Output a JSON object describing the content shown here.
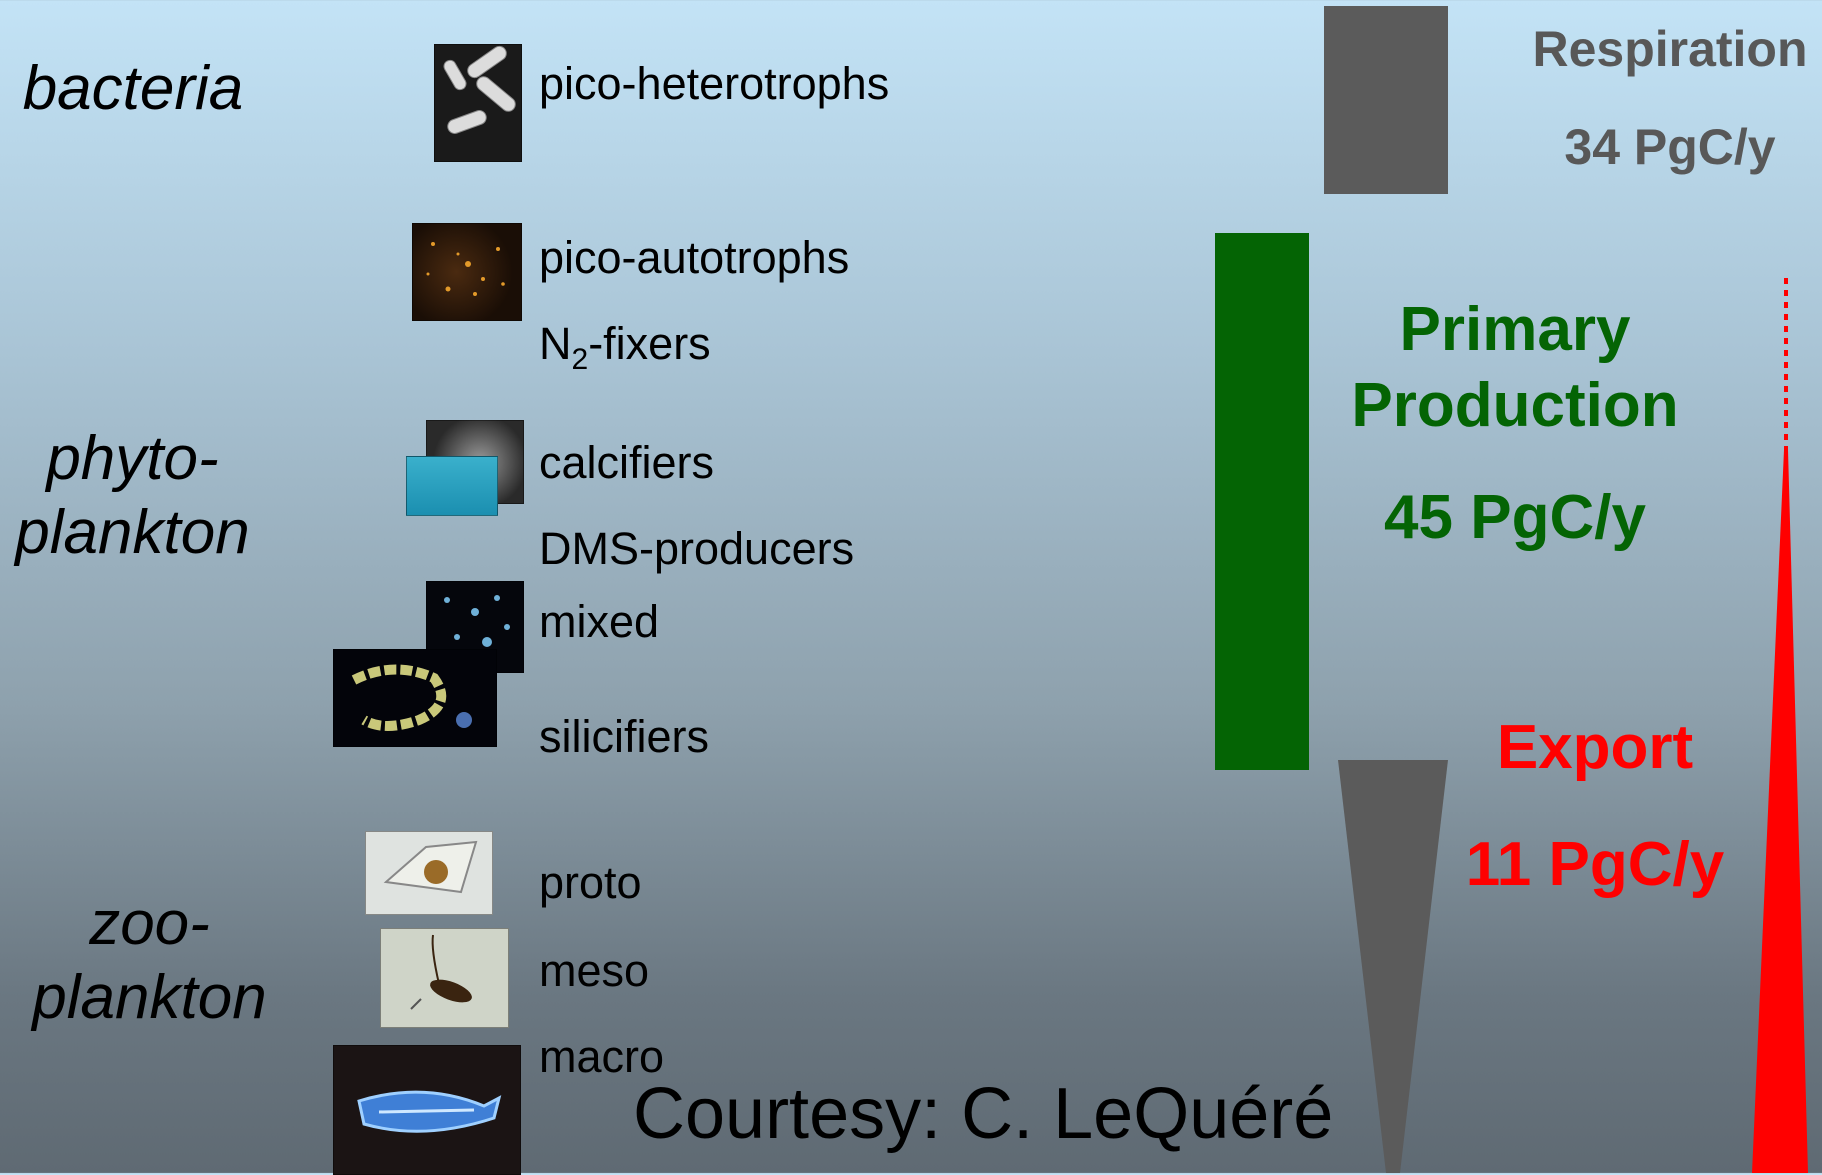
{
  "groups": {
    "bacteria": "bacteria",
    "phyto_line1": "phyto-",
    "phyto_line2": "plankton",
    "zoo_line1": "zoo-",
    "zoo_line2": "plankton"
  },
  "types": {
    "pico_heterotrophs": "pico-heterotrophs",
    "pico_autotrophs": "pico-autotrophs",
    "n2_fixers_pre": "N",
    "n2_fixers_sub": "2",
    "n2_fixers_post": "-fixers",
    "calcifiers": "calcifiers",
    "dms_producers": "DMS-producers",
    "mixed": "mixed",
    "silicifiers": "silicifiers",
    "proto": "proto",
    "meso": "meso",
    "macro": "macro"
  },
  "fluxes": {
    "respiration": {
      "label": "Respiration",
      "value": "34 PgC/y",
      "color": "#585858"
    },
    "primary_production": {
      "label_line1": "Primary",
      "label_line2": "Production",
      "value": "45 PgC/y",
      "color": "#046404"
    },
    "export": {
      "label": "Export",
      "value": "11 PgC/y",
      "color": "#ff0000"
    }
  },
  "credit": "Courtesy: C. LeQuéré",
  "colors": {
    "gray_bar": "#5b5b5b",
    "green_bar": "#046404",
    "red_wedge": "#ff0000"
  }
}
